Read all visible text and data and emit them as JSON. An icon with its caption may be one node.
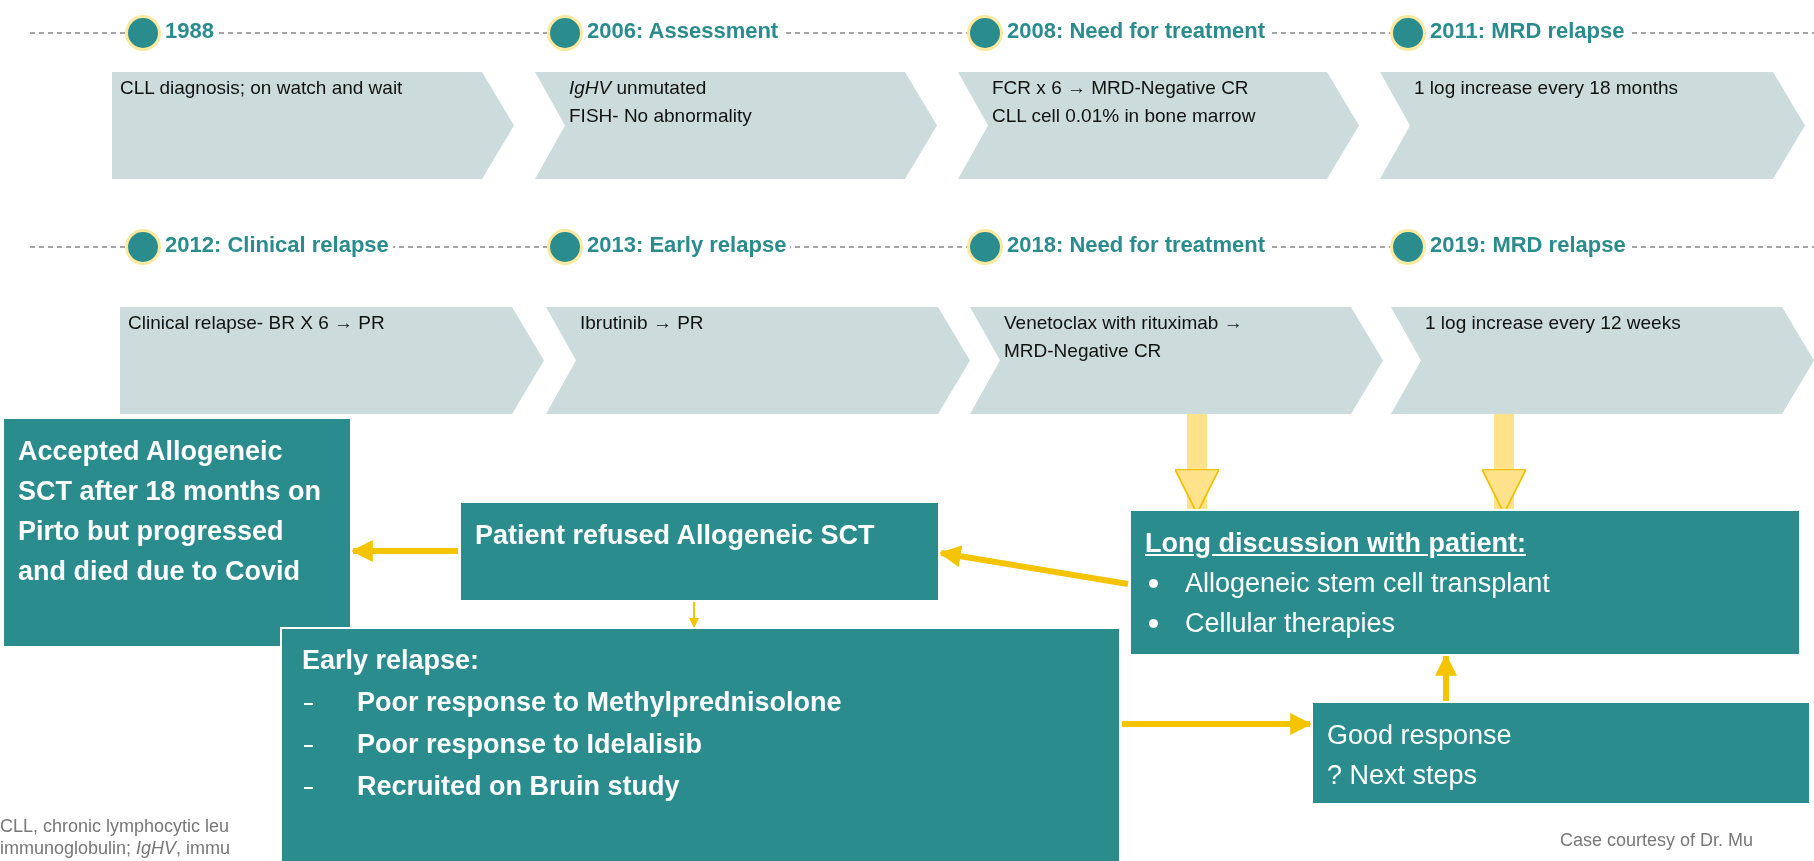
{
  "diagram": {
    "nodes": [
      {
        "text": [
          "1988",
          "CLL diagnosis; on watch and wait"
        ]
      },
      {
        "text": [
          "2006: Assessment",
          "*IgHV* unmutated",
          "FISH- No abnormality"
        ]
      },
      {
        "text": [
          "2008: Need for treatment",
          "FCR x 6 → MRD-Negative CR",
          "CLL cell 0.01% in bone marrow"
        ]
      },
      {
        "text": [
          "2011: MRD relapse",
          "1 log increase every 18 months"
        ]
      },
      {
        "text": [
          "2012: Clinical relapse",
          "Clinical relapse- BR X 6 → PR"
        ]
      },
      {
        "text": [
          "2013: Early relapse",
          "Ibrutinib → PR"
        ]
      },
      {
        "text": [
          "2018: Need for treatment",
          "Venetoclax with rituximab → MRD-Negative CR"
        ]
      },
      {
        "text": [
          "2019: MRD relapse",
          "1 log increase every 12 weeks"
        ]
      },
      {
        "text": [
          "Accepted Allogeneic SCT after 18 months on Pirto but progressed and died due to Covid"
        ]
      },
      {
        "text": [
          "Patient refused Allogeneic SCT"
        ]
      },
      {
        "text": [
          "Long discussion with patient:",
          "Allogeneic stem cell transplant",
          "Cellular therapies"
        ]
      },
      {
        "text": [
          "Early relapse:",
          "Poor response to Methylprednisolone",
          "Poor response to Idelalisib",
          "Recruited on Bruin study"
        ]
      },
      {
        "text": [
          "Good response",
          "? Next steps"
        ]
      }
    ],
    "edges": [
      {
        "from": 6,
        "to": 10,
        "arrow": "to",
        "style": "thick",
        "color": "#ffe28a"
      },
      {
        "from": 7,
        "to": 10,
        "arrow": "to",
        "style": "thick",
        "color": "#ffe28a"
      },
      {
        "from": 10,
        "to": 9,
        "arrow": "to"
      },
      {
        "from": 9,
        "to": 8,
        "arrow": "to"
      },
      {
        "from": 9,
        "to": 11,
        "arrow": "to"
      },
      {
        "from": 11,
        "to": 12,
        "arrow": "to"
      },
      {
        "from": 12,
        "to": 10,
        "arrow": "to"
      }
    ],
    "labels": [
      "CLL, chronic lymphocytic leu",
      "immunoglobulin; *IgHV*, immu",
      "Case courtesy of Dr. Mu"
    ]
  }
}
